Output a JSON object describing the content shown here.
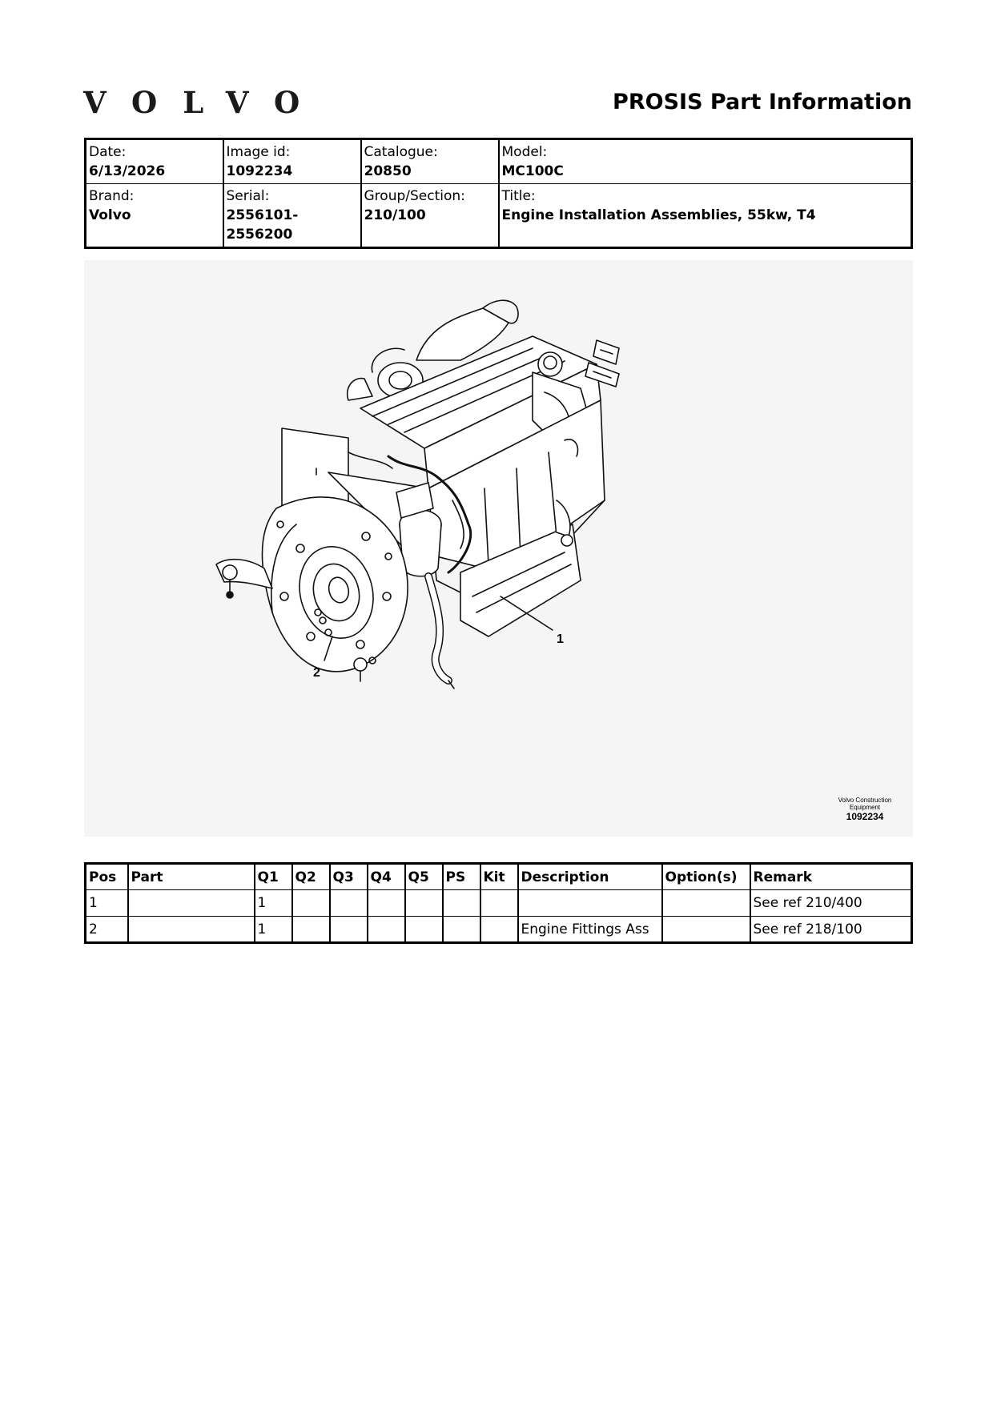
{
  "header": {
    "brand_logo": "VOLVO",
    "doc_title": "PROSIS Part Information"
  },
  "info": {
    "date_label": "Date:",
    "date": "6/13/2026",
    "image_id_label": "Image id:",
    "image_id": "1092234",
    "catalogue_label": "Catalogue:",
    "catalogue": "20850",
    "model_label": "Model:",
    "model": "MC100C",
    "brand_label": "Brand:",
    "brand": "Volvo",
    "serial_label": "Serial:",
    "serial": "2556101-2556200",
    "group_label": "Group/Section:",
    "group": "210/100",
    "title_label": "Title:",
    "title": "Engine Installation Assemblies, 55kw, T4"
  },
  "figure": {
    "callout_1": "1",
    "callout_2": "2",
    "caption_line1": "Volvo Construction",
    "caption_line2": "Equipment",
    "caption_id": "1092234"
  },
  "parts": {
    "headers": [
      "Pos",
      "Part",
      "Q1",
      "Q2",
      "Q3",
      "Q4",
      "Q5",
      "PS",
      "Kit",
      "Description",
      "Option(s)",
      "Remark"
    ],
    "rows": [
      [
        "1",
        "",
        "1",
        "",
        "",
        "",
        "",
        "",
        "",
        "",
        "",
        "See ref 210/400"
      ],
      [
        "2",
        "",
        "1",
        "",
        "",
        "",
        "",
        "",
        "",
        "Engine Fittings Ass",
        "",
        "See ref 218/100"
      ]
    ]
  }
}
